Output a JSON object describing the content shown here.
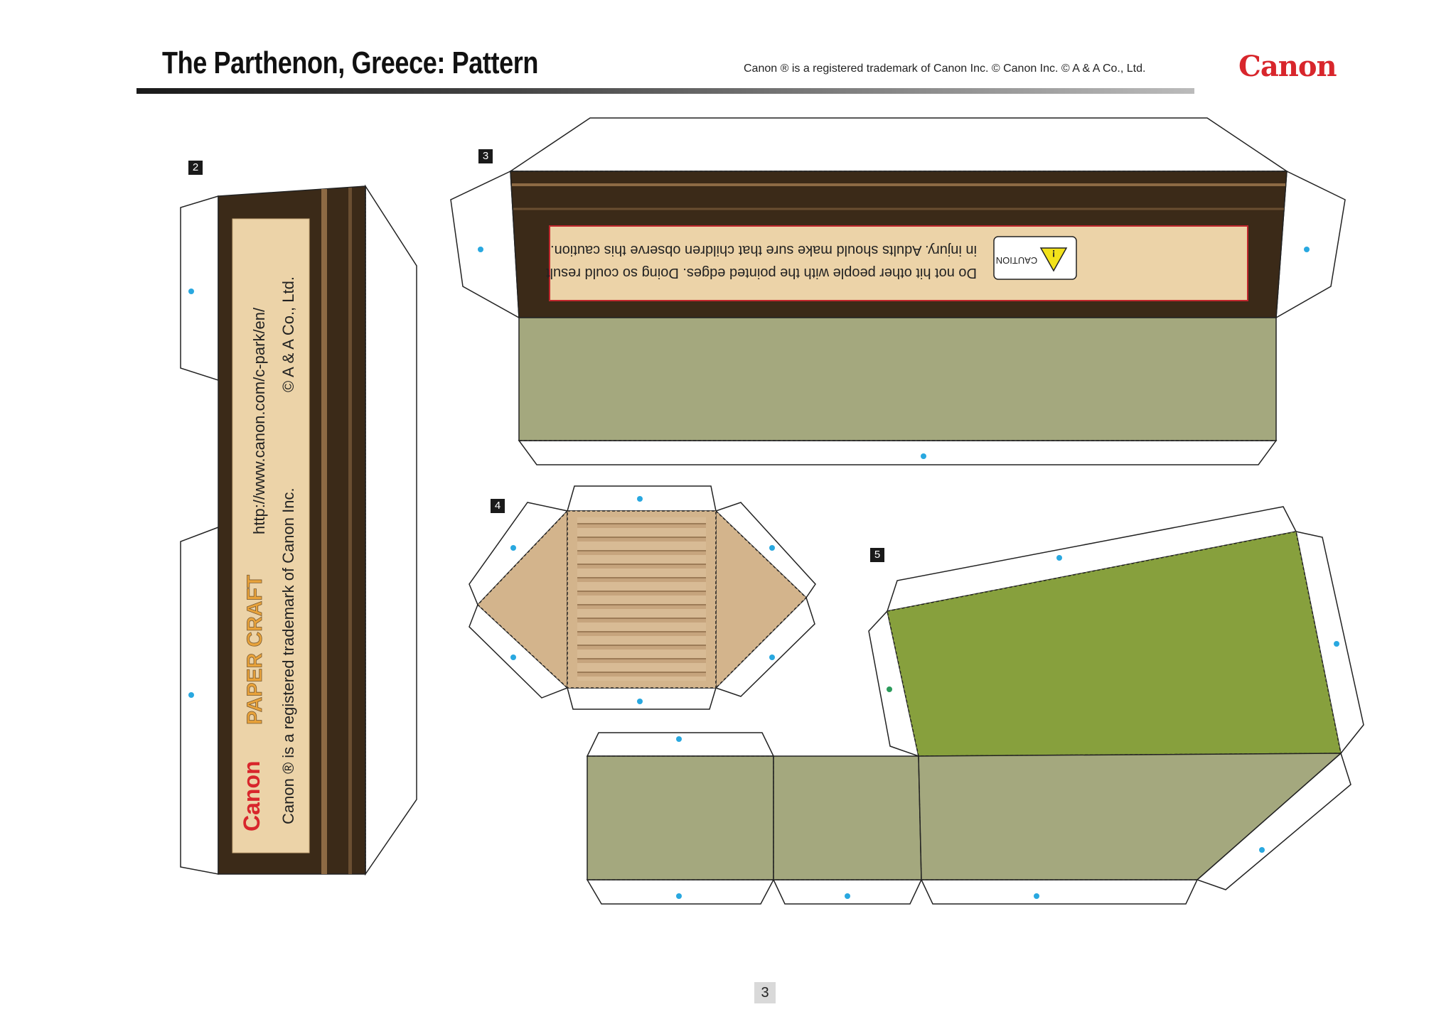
{
  "header": {
    "title": "The Parthenon, Greece: Pattern",
    "trademark": "Canon ® is a registered trademark of Canon Inc. © Canon Inc. © A & A Co., Ltd.",
    "brand": "Canon"
  },
  "pieces": {
    "p2": {
      "number": "2",
      "label": {
        "url": "http://www.canon.com/c-park/en/",
        "copyright": "© A & A Co., Ltd.",
        "trademark": "Canon ® is a registered trademark of Canon Inc.",
        "brand": "Canon",
        "papercraft": "PAPER CRAFT"
      }
    },
    "p3": {
      "number": "3",
      "caution": {
        "title": "CAUTION",
        "line1": "Do not hit other people with the pointed edges. Doing so could result",
        "line2": "in injury. Adults should make sure that children observe this caution."
      }
    },
    "p4": {
      "number": "4"
    },
    "p5": {
      "number": "5"
    }
  },
  "colors": {
    "dark_brown": "#3b2a18",
    "label_beige": "#ecd3a8",
    "sage": "#a4a87e",
    "olive": "#87a03d",
    "tan": "#d3b48c",
    "glue_dot": "#29a8e0",
    "caution_red": "#c0272d",
    "brand_red": "#d8262c"
  },
  "footer": {
    "page": "3"
  }
}
